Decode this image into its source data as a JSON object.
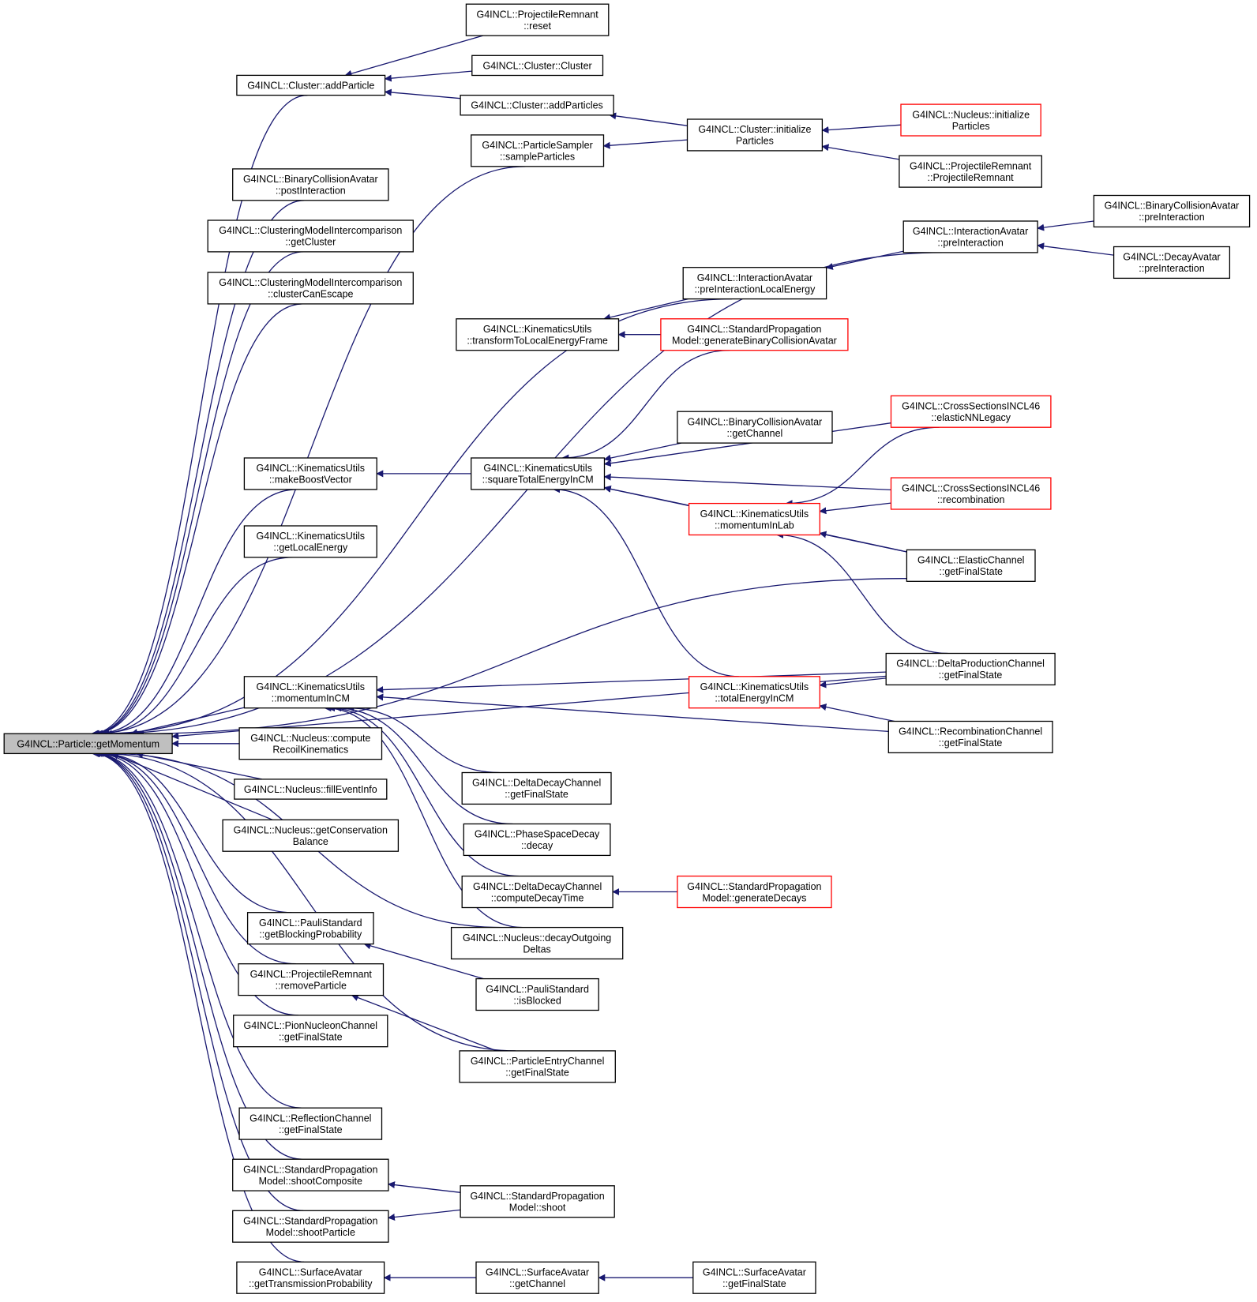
{
  "graph": {
    "root": "n0",
    "nodes": [
      {
        "id": "n0",
        "lines": [
          "G4INCL::Particle::getMomentum"
        ],
        "border": "root"
      },
      {
        "id": "n1",
        "lines": [
          "G4INCL::Cluster::addParticle"
        ]
      },
      {
        "id": "n2",
        "lines": [
          "G4INCL::ProjectileRemnant",
          "::reset"
        ]
      },
      {
        "id": "n3",
        "lines": [
          "G4INCL::Cluster::Cluster"
        ]
      },
      {
        "id": "n4",
        "lines": [
          "G4INCL::Cluster::addParticles"
        ]
      },
      {
        "id": "n5",
        "lines": [
          "G4INCL::Cluster::initialize",
          "Particles"
        ]
      },
      {
        "id": "n6",
        "lines": [
          "G4INCL::Nucleus::initialize",
          "Particles"
        ],
        "border": "red"
      },
      {
        "id": "n7",
        "lines": [
          "G4INCL::ProjectileRemnant",
          "::ProjectileRemnant"
        ]
      },
      {
        "id": "n8",
        "lines": [
          "G4INCL::ParticleSampler",
          "::sampleParticles"
        ]
      },
      {
        "id": "n9",
        "lines": [
          "G4INCL::BinaryCollisionAvatar",
          "::postInteraction"
        ]
      },
      {
        "id": "n10",
        "lines": [
          "G4INCL::ClusteringModelIntercomparison",
          "::getCluster"
        ]
      },
      {
        "id": "n11",
        "lines": [
          "G4INCL::ClusteringModelIntercomparison",
          "::clusterCanEscape"
        ]
      },
      {
        "id": "n12",
        "lines": [
          "G4INCL::InteractionAvatar",
          "::preInteraction"
        ]
      },
      {
        "id": "n13",
        "lines": [
          "G4INCL::BinaryCollisionAvatar",
          "::preInteraction"
        ]
      },
      {
        "id": "n14",
        "lines": [
          "G4INCL::DecayAvatar",
          "::preInteraction"
        ]
      },
      {
        "id": "n15",
        "lines": [
          "G4INCL::InteractionAvatar",
          "::preInteractionLocalEnergy"
        ]
      },
      {
        "id": "n16",
        "lines": [
          "G4INCL::KinematicsUtils",
          "::transformToLocalEnergyFrame"
        ]
      },
      {
        "id": "n17",
        "lines": [
          "G4INCL::StandardPropagation",
          "Model::generateBinaryCollisionAvatar"
        ],
        "border": "red"
      },
      {
        "id": "n18",
        "lines": [
          "G4INCL::CrossSectionsINCL46",
          "::elasticNNLegacy"
        ],
        "border": "red"
      },
      {
        "id": "n19",
        "lines": [
          "G4INCL::BinaryCollisionAvatar",
          "::getChannel"
        ]
      },
      {
        "id": "n20",
        "lines": [
          "G4INCL::KinematicsUtils",
          "::makeBoostVector"
        ]
      },
      {
        "id": "n21",
        "lines": [
          "G4INCL::KinematicsUtils",
          "::squareTotalEnergyInCM"
        ]
      },
      {
        "id": "n22",
        "lines": [
          "G4INCL::CrossSectionsINCL46",
          "::recombination"
        ],
        "border": "red"
      },
      {
        "id": "n23",
        "lines": [
          "G4INCL::KinematicsUtils",
          "::momentumInLab"
        ],
        "border": "red"
      },
      {
        "id": "n24",
        "lines": [
          "G4INCL::KinematicsUtils",
          "::getLocalEnergy"
        ]
      },
      {
        "id": "n25",
        "lines": [
          "G4INCL::ElasticChannel",
          "::getFinalState"
        ]
      },
      {
        "id": "n26",
        "lines": [
          "G4INCL::DeltaProductionChannel",
          "::getFinalState"
        ]
      },
      {
        "id": "n27",
        "lines": [
          "G4INCL::KinematicsUtils",
          "::momentumInCM"
        ]
      },
      {
        "id": "n28",
        "lines": [
          "G4INCL::KinematicsUtils",
          "::totalEnergyInCM"
        ],
        "border": "red"
      },
      {
        "id": "n29",
        "lines": [
          "G4INCL::RecombinationChannel",
          "::getFinalState"
        ]
      },
      {
        "id": "n30",
        "lines": [
          "G4INCL::Nucleus::compute",
          "RecoilKinematics"
        ]
      },
      {
        "id": "n31",
        "lines": [
          "G4INCL::Nucleus::fillEventInfo"
        ]
      },
      {
        "id": "n32",
        "lines": [
          "G4INCL::DeltaDecayChannel",
          "::getFinalState"
        ]
      },
      {
        "id": "n33",
        "lines": [
          "G4INCL::Nucleus::getConservation",
          "Balance"
        ]
      },
      {
        "id": "n34",
        "lines": [
          "G4INCL::PhaseSpaceDecay",
          "::decay"
        ]
      },
      {
        "id": "n35",
        "lines": [
          "G4INCL::DeltaDecayChannel",
          "::computeDecayTime"
        ]
      },
      {
        "id": "n36",
        "lines": [
          "G4INCL::StandardPropagation",
          "Model::generateDecays"
        ],
        "border": "red"
      },
      {
        "id": "n37",
        "lines": [
          "G4INCL::PauliStandard",
          "::getBlockingProbability"
        ]
      },
      {
        "id": "n38",
        "lines": [
          "G4INCL::Nucleus::decayOutgoing",
          "Deltas"
        ]
      },
      {
        "id": "n39",
        "lines": [
          "G4INCL::ProjectileRemnant",
          "::removeParticle"
        ]
      },
      {
        "id": "n40",
        "lines": [
          "G4INCL::PauliStandard",
          "::isBlocked"
        ]
      },
      {
        "id": "n41",
        "lines": [
          "G4INCL::PionNucleonChannel",
          "::getFinalState"
        ]
      },
      {
        "id": "n42",
        "lines": [
          "G4INCL::ParticleEntryChannel",
          "::getFinalState"
        ]
      },
      {
        "id": "n43",
        "lines": [
          "G4INCL::ReflectionChannel",
          "::getFinalState"
        ]
      },
      {
        "id": "n44",
        "lines": [
          "G4INCL::StandardPropagation",
          "Model::shootComposite"
        ]
      },
      {
        "id": "n45",
        "lines": [
          "G4INCL::StandardPropagation",
          "Model::shoot"
        ]
      },
      {
        "id": "n46",
        "lines": [
          "G4INCL::StandardPropagation",
          "Model::shootParticle"
        ]
      },
      {
        "id": "n47",
        "lines": [
          "G4INCL::SurfaceAvatar",
          "::getTransmissionProbability"
        ]
      },
      {
        "id": "n48",
        "lines": [
          "G4INCL::SurfaceAvatar",
          "::getChannel"
        ]
      },
      {
        "id": "n49",
        "lines": [
          "G4INCL::SurfaceAvatar",
          "::getFinalState"
        ]
      }
    ],
    "edges": [
      {
        "from": "n1",
        "to": "n0"
      },
      {
        "from": "n9",
        "to": "n0"
      },
      {
        "from": "n10",
        "to": "n0"
      },
      {
        "from": "n11",
        "to": "n0"
      },
      {
        "from": "n8",
        "to": "n0"
      },
      {
        "from": "n12",
        "to": "n0"
      },
      {
        "from": "n15",
        "to": "n0"
      },
      {
        "from": "n20",
        "to": "n0"
      },
      {
        "from": "n24",
        "to": "n0"
      },
      {
        "from": "n25",
        "to": "n0"
      },
      {
        "from": "n26",
        "to": "n0"
      },
      {
        "from": "n27",
        "to": "n0"
      },
      {
        "from": "n30",
        "to": "n0"
      },
      {
        "from": "n31",
        "to": "n0"
      },
      {
        "from": "n33",
        "to": "n0"
      },
      {
        "from": "n38",
        "to": "n0"
      },
      {
        "from": "n37",
        "to": "n0"
      },
      {
        "from": "n39",
        "to": "n0"
      },
      {
        "from": "n41",
        "to": "n0"
      },
      {
        "from": "n42",
        "to": "n0"
      },
      {
        "from": "n43",
        "to": "n0"
      },
      {
        "from": "n44",
        "to": "n0"
      },
      {
        "from": "n46",
        "to": "n0"
      },
      {
        "from": "n47",
        "to": "n0"
      },
      {
        "from": "n2",
        "to": "n1"
      },
      {
        "from": "n3",
        "to": "n1"
      },
      {
        "from": "n4",
        "to": "n1"
      },
      {
        "from": "n5",
        "to": "n4"
      },
      {
        "from": "n5",
        "to": "n8"
      },
      {
        "from": "n6",
        "to": "n5"
      },
      {
        "from": "n7",
        "to": "n5"
      },
      {
        "from": "n13",
        "to": "n12"
      },
      {
        "from": "n14",
        "to": "n12"
      },
      {
        "from": "n12",
        "to": "n15"
      },
      {
        "from": "n15",
        "to": "n16"
      },
      {
        "from": "n17",
        "to": "n16"
      },
      {
        "from": "n17",
        "to": "n21"
      },
      {
        "from": "n18",
        "to": "n21"
      },
      {
        "from": "n19",
        "to": "n21"
      },
      {
        "from": "n22",
        "to": "n21"
      },
      {
        "from": "n23",
        "to": "n21"
      },
      {
        "from": "n25",
        "to": "n21"
      },
      {
        "from": "n28",
        "to": "n21"
      },
      {
        "from": "n21",
        "to": "n20"
      },
      {
        "from": "n18",
        "to": "n23"
      },
      {
        "from": "n22",
        "to": "n23"
      },
      {
        "from": "n25",
        "to": "n23"
      },
      {
        "from": "n26",
        "to": "n23"
      },
      {
        "from": "n26",
        "to": "n28"
      },
      {
        "from": "n29",
        "to": "n28"
      },
      {
        "from": "n26",
        "to": "n27"
      },
      {
        "from": "n29",
        "to": "n27"
      },
      {
        "from": "n32",
        "to": "n27"
      },
      {
        "from": "n34",
        "to": "n27"
      },
      {
        "from": "n35",
        "to": "n27"
      },
      {
        "from": "n38",
        "to": "n27"
      },
      {
        "from": "n36",
        "to": "n35"
      },
      {
        "from": "n40",
        "to": "n37"
      },
      {
        "from": "n42",
        "to": "n39"
      },
      {
        "from": "n45",
        "to": "n44"
      },
      {
        "from": "n45",
        "to": "n46"
      },
      {
        "from": "n48",
        "to": "n47"
      },
      {
        "from": "n49",
        "to": "n48"
      }
    ]
  }
}
